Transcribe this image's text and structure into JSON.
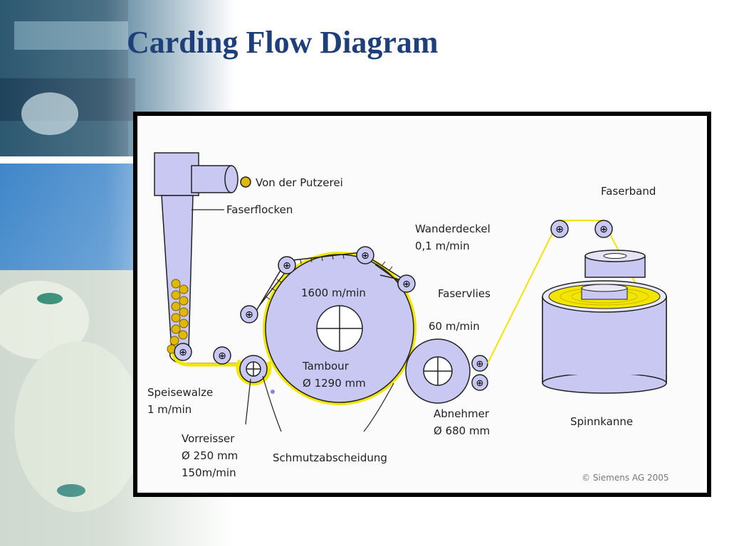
{
  "slide": {
    "title": "Carding Flow Diagram"
  },
  "diagram": {
    "labels": {
      "von_der_putzerei": "Von der Putzerei",
      "faserflocken": "Faserflocken",
      "wanderdeckel": "Wanderdeckel",
      "wanderdeckel_speed": "0,1 m/min",
      "faserband": "Faserband",
      "faservlies": "Faservlies",
      "tambour_speed": "1600 m/min",
      "tambour": "Tambour",
      "tambour_dia": "Ø 1290 mm",
      "abnehmer_speed": "60 m/min",
      "abnehmer": "Abnehmer",
      "abnehmer_dia": "Ø 680 mm",
      "speisewalze": "Speisewalze",
      "speisewalze_speed": "1 m/min",
      "vorreisser": "Vorreisser",
      "vorreisser_dia": "Ø 250 mm",
      "vorreisser_speed": "150m/min",
      "schmutzabscheidung": "Schmutzabscheidung",
      "spinnkanne": "Spinnkanne",
      "copyright": "© Siemens AG 2005"
    },
    "colors": {
      "title": "#1f3f7a",
      "machine_fill": "#c8c8f2",
      "stroke": "#222222",
      "fibre": "#f2e600",
      "ball": "#e0b800"
    }
  }
}
